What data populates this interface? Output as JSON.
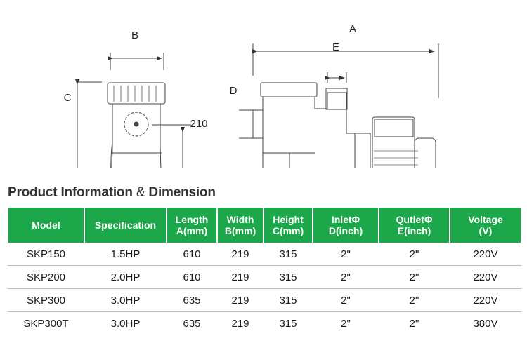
{
  "diagram": {
    "labels": {
      "a": "A",
      "b": "B",
      "c": "C",
      "d": "D",
      "e": "E",
      "inlet_height": "210"
    }
  },
  "title": {
    "main": "Product Information",
    "amp": "&",
    "rest": "Dimension"
  },
  "table": {
    "headers": [
      {
        "line1": "Model",
        "line2": ""
      },
      {
        "line1": "Specification",
        "line2": ""
      },
      {
        "line1": "Length",
        "line2": "A(mm)"
      },
      {
        "line1": "Width",
        "line2": "B(mm)"
      },
      {
        "line1": "Height",
        "line2": "C(mm)"
      },
      {
        "line1": "InletΦ",
        "line2": "D(inch)"
      },
      {
        "line1": "QutletΦ",
        "line2": "E(inch)"
      },
      {
        "line1": "Voltage",
        "line2": "(V)"
      }
    ],
    "rows": [
      [
        "SKP150",
        "1.5HP",
        "610",
        "219",
        "315",
        "2\"",
        "2\"",
        "220V"
      ],
      [
        "SKP200",
        "2.0HP",
        "610",
        "219",
        "315",
        "2\"",
        "2\"",
        "220V"
      ],
      [
        "SKP300",
        "3.0HP",
        "635",
        "219",
        "315",
        "2\"",
        "2\"",
        "220V"
      ],
      [
        "SKP300T",
        "3.0HP",
        "635",
        "219",
        "315",
        "2\"",
        "2\"",
        "380V"
      ]
    ],
    "header_color": "#1ca84a"
  }
}
